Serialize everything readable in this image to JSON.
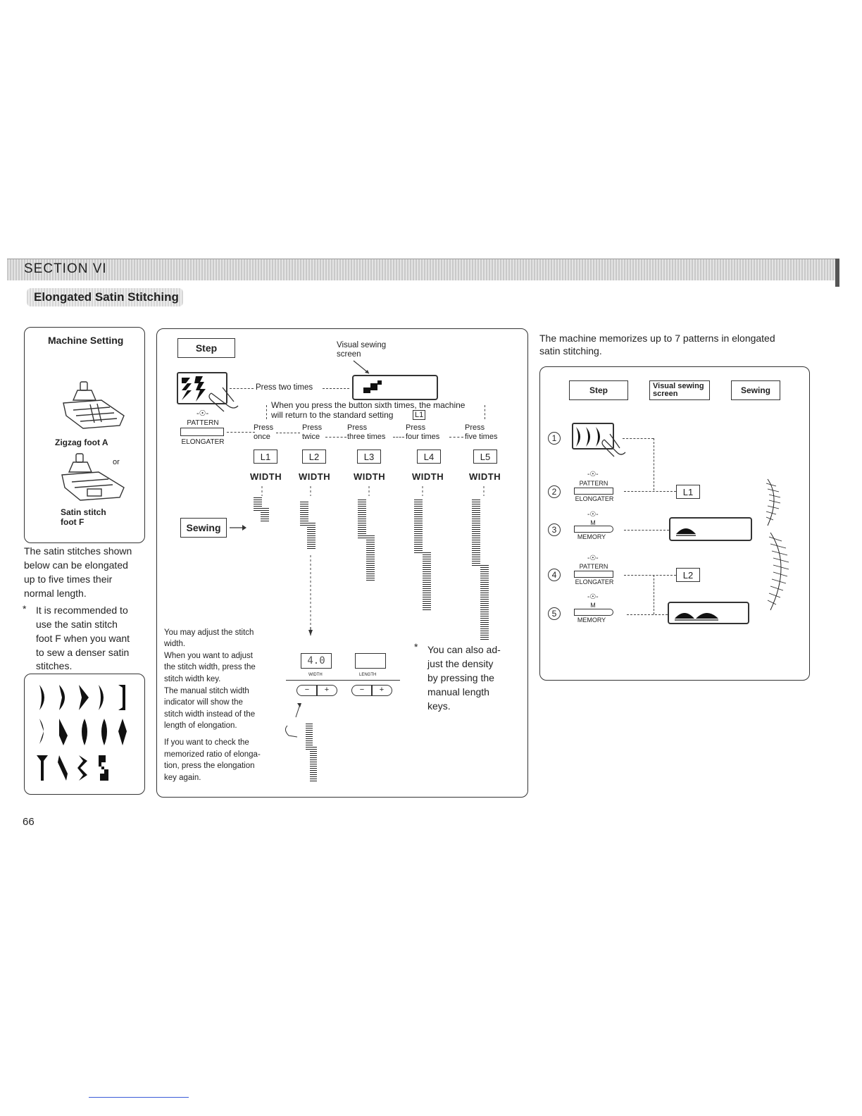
{
  "header": {
    "section": "SECTION VI",
    "title": "Elongated Satin Stitching"
  },
  "machine_setting": {
    "heading": "Machine Setting",
    "foot_a": "Zigzag foot A",
    "or": "or",
    "foot_f_line1": "Satin stitch",
    "foot_f_line2": "foot F"
  },
  "intro": {
    "l1": "The satin stitches shown",
    "l2": "below can be elongated",
    "l3": "up to five times their",
    "l4": "normal length.",
    "note_l1": "It is recommended to",
    "note_l2": "use the satin stitch",
    "note_l3": "foot F when you want",
    "note_l4": "to sew a denser satin",
    "note_l5": "stitches.",
    "asterisk": "*"
  },
  "center": {
    "step": "Step",
    "visual_l1": "Visual sewing",
    "visual_l2": "screen",
    "press_two": "Press two times",
    "sixth_l1": "When you press the button sixth times, the machine",
    "sixth_l2": "will return to the standard setting",
    "sixth_key": "L1",
    "pattern": "PATTERN",
    "elongater": "ELONGATER",
    "presses": [
      {
        "a": "Press",
        "b": "once"
      },
      {
        "a": "Press",
        "b": "twice"
      },
      {
        "a": "Press",
        "b": "three times"
      },
      {
        "a": "Press",
        "b": "four times"
      },
      {
        "a": "Press",
        "b": "five times"
      }
    ],
    "levels": [
      "L1",
      "L2",
      "L3",
      "L4",
      "L5"
    ],
    "width": "WIDTH",
    "sewing": "Sewing",
    "adjust_l1": "You may adjust the stitch",
    "adjust_l2": "width.",
    "adjust_l3": "When you want to adjust",
    "adjust_l4": "the stitch width, press the",
    "adjust_l5": "stitch width key.",
    "adjust_l6": "The manual stitch width",
    "adjust_l7": "indicator will show the",
    "adjust_l8": "stitch width instead of the",
    "adjust_l9": "length of elongation.",
    "check_l1": "If you want to check the",
    "check_l2": "memorized ratio of elonga-",
    "check_l3": "tion, press the elongation",
    "check_l4": "key again.",
    "display_value": "4.0",
    "width_small": "WIDTH",
    "length_small": "LENGTH",
    "minus": "−",
    "plus": "+",
    "density_l1": "You can also ad-",
    "density_l2": "just the density",
    "density_l3": "by pressing the",
    "density_l4": "manual length",
    "density_l5": "keys.",
    "asterisk": "*"
  },
  "right": {
    "memo_l1": "The machine memorizes up to 7 patterns in elongated",
    "memo_l2": "satin stitching.",
    "step": "Step",
    "visual_l1": "Visual sewing",
    "visual_l2": "screen",
    "sewing": "Sewing",
    "steps": [
      "1",
      "2",
      "3",
      "4",
      "5"
    ],
    "pattern": "PATTERN",
    "elongater": "ELONGATER",
    "memory": "MEMORY",
    "m": "M",
    "l1": "L1",
    "l2": "L2"
  },
  "footer": {
    "page_number": "66"
  }
}
